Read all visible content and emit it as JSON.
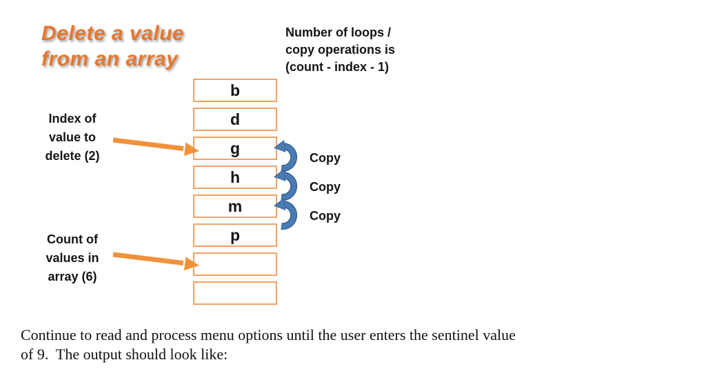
{
  "title": {
    "lines": [
      "Delete a value",
      "from an array"
    ]
  },
  "loops_note": {
    "lines": [
      "Number of loops /",
      "copy operations is",
      "(count - index - 1)"
    ]
  },
  "array": {
    "cells": [
      "b",
      "d",
      "g",
      "h",
      "m",
      "p",
      "",
      ""
    ]
  },
  "index_label": {
    "lines": [
      "Index of",
      "value to",
      "delete (2)"
    ]
  },
  "count_label": {
    "lines": [
      "Count of",
      "values in",
      "array (6)"
    ]
  },
  "copy_labels": [
    "Copy",
    "Copy",
    "Copy"
  ],
  "paragraph": {
    "lines": [
      "Continue to read and process menu options until the user enters the sentinel value",
      "of 9.  The output should look like:"
    ]
  },
  "colors": {
    "title_orange": "#e8772e",
    "box_border_orange": "#f5a264",
    "pointer_arrow_orange": "#f0923b",
    "copy_arrow_blue": "#4678ae",
    "text_black": "#141414"
  }
}
